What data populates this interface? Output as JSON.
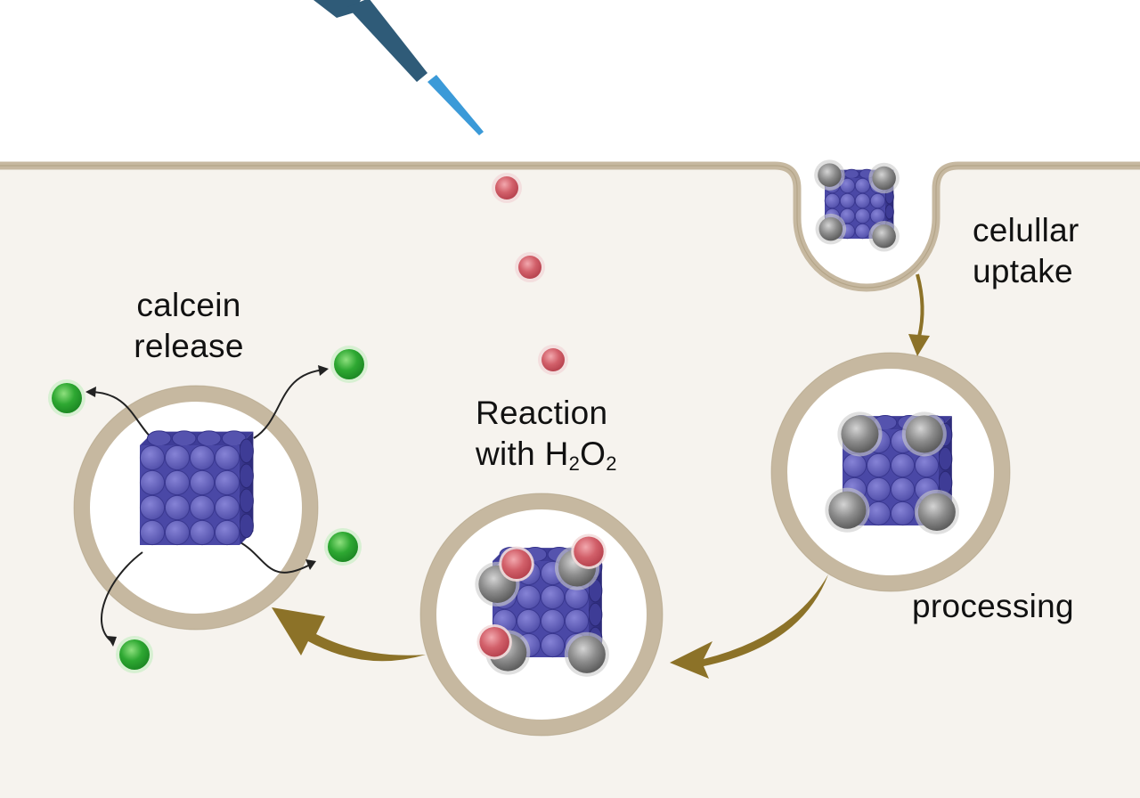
{
  "labels": {
    "uptake": {
      "line1": "celullar",
      "line2": "uptake"
    },
    "processing": "processing",
    "reaction": {
      "line1": "Reaction",
      "line2_prefix": "with H",
      "sub1": "2",
      "mid": "O",
      "sub2": "2"
    },
    "release": {
      "line1": "calcein",
      "line2": "release"
    }
  },
  "colors": {
    "membrane": "#c6b8a0",
    "cytoplasm": "#f6f3ee",
    "arrow": "#8c7228",
    "cube": "#5a58b4",
    "cap": "#8c8c8c",
    "h2o2": "#d2606a",
    "calcein": "#2ea832",
    "pipette_body": "#2f5b78",
    "pipette_tip": "#3b9ad8"
  },
  "icons": [
    "pipette-icon",
    "nanocube-icon",
    "h2o2-molecule-icon",
    "calcein-molecule-icon",
    "vesicle-icon"
  ]
}
